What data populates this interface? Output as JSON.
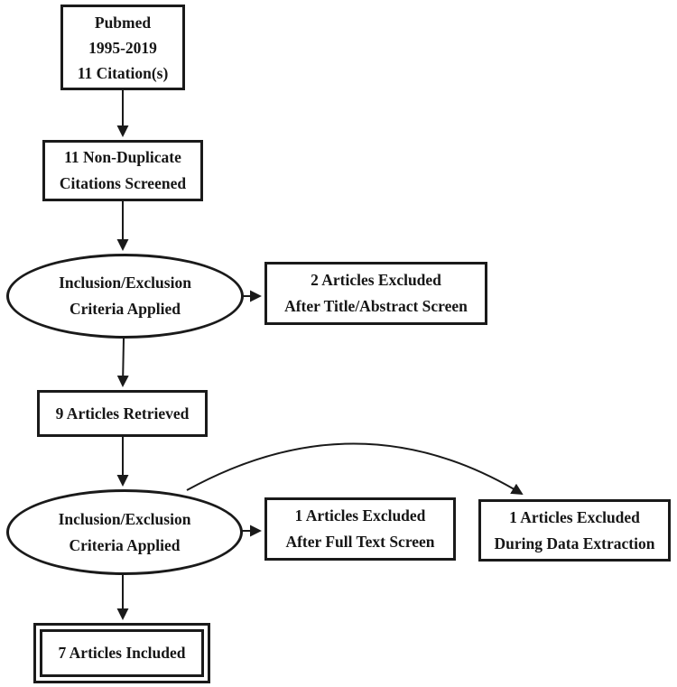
{
  "colors": {
    "ink": "#1a1a1a",
    "background": "#ffffff"
  },
  "nodes": {
    "source": {
      "lines": [
        "Pubmed",
        "1995-2019",
        "11 Citation(s)"
      ]
    },
    "screened": {
      "lines": [
        "11 Non-Duplicate",
        "Citations Screened"
      ]
    },
    "criteria1": {
      "lines": [
        "Inclusion/Exclusion",
        "Criteria Applied"
      ]
    },
    "excluded_title_abstract": {
      "lines": [
        "2 Articles Excluded",
        "After Title/Abstract Screen"
      ]
    },
    "retrieved": {
      "lines": [
        "9 Articles Retrieved"
      ]
    },
    "criteria2": {
      "lines": [
        "Inclusion/Exclusion",
        "Criteria Applied"
      ]
    },
    "excluded_full_text": {
      "lines": [
        "1 Articles Excluded",
        "After Full Text Screen"
      ]
    },
    "excluded_data_extraction": {
      "lines": [
        "1 Articles Excluded",
        "During Data Extraction"
      ]
    },
    "included": {
      "lines": [
        "7 Articles Included"
      ]
    }
  }
}
